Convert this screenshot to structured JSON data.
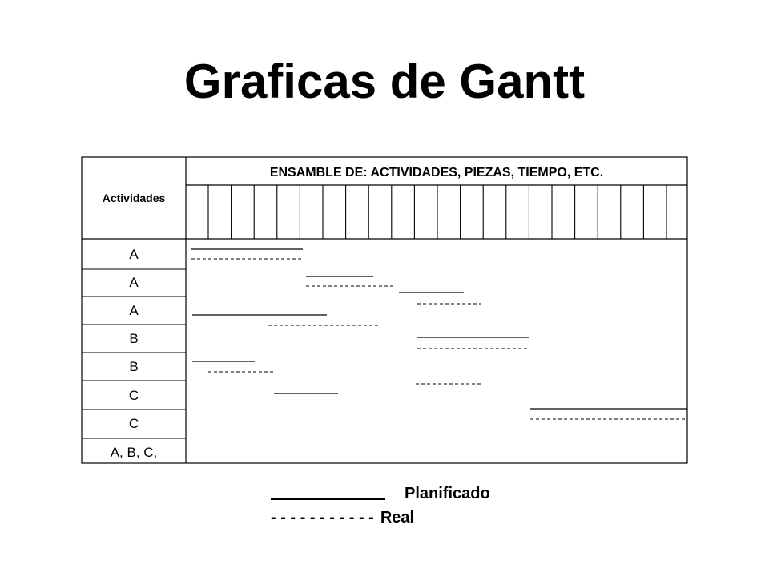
{
  "title": "Graficas de Gantt",
  "table": {
    "activities_header": "Actividades",
    "assembly_header": "ENSAMBLE DE: ACTIVIDADES, PIEZAS, TIEMPO, ETC.",
    "rows": [
      "A",
      "A",
      "A",
      "B",
      "B",
      "C",
      "C",
      "A, B, C,"
    ]
  },
  "legend": {
    "planned_label": "Planificado",
    "actual_marker": "- - - - - - - - - - -",
    "actual_label": "Real"
  }
}
